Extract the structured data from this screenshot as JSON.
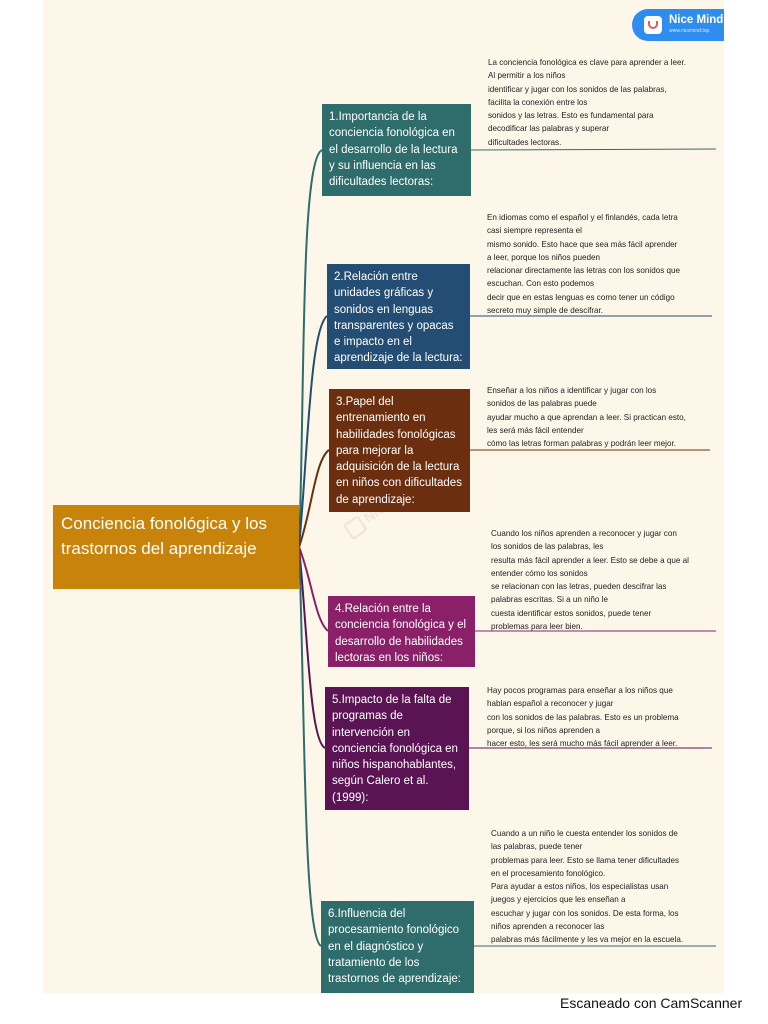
{
  "brand": {
    "name": "Nice Mind",
    "url": "www.nicemind.top"
  },
  "watermark": {
    "text": "Nice"
  },
  "root": {
    "title": "Conciencia fonológica y los trastornos del aprendizaje"
  },
  "colors": {
    "root": "#c8830a",
    "t1": "#2e6d6b",
    "t2": "#244d74",
    "t3": "#6b2f10",
    "t4": "#8a2168",
    "t5": "#5a1454",
    "t6": "#2e6d6b"
  },
  "topics": [
    {
      "title": "1.Importancia de la conciencia fonológica  en el desarrollo de la lectura y  su influencia en las dificultades lectoras:",
      "detail": [
        "La conciencia fonológica es clave para aprender a leer.",
        "Al permitir a los niños",
        "identificar y jugar con los sonidos de las palabras,",
        "facilita la conexión entre los",
        "sonidos y las letras. Esto es fundamental para",
        "decodificar las palabras y superar",
        "dificultades lectoras."
      ]
    },
    {
      "title": "2.Relación entre unidades gráficas y sonidos en lenguas transparentes y opacas e impacto en el aprendizaje de la lectura:",
      "detail": [
        "En idiomas como el español y el finlandés, cada letra",
        "casi siempre representa el",
        "mismo sonido. Esto hace que sea más fácil aprender",
        "a leer, porque los niños pueden",
        "relacionar directamente las letras con los sonidos que",
        "escuchan. Con esto podemos",
        "decir que en estas lenguas es como tener un código",
        "secreto muy simple de descifrar."
      ]
    },
    {
      "title": "3.Papel del entrenamiento en habilidades fonológicas para mejorar la adquisición de la lectura en niños con dificultades de aprendizaje:",
      "detail": [
        "Enseñar a los niños a identificar y jugar con los",
        "sonidos de las palabras puede",
        "ayudar mucho a que aprendan a leer. Si practican esto,",
        "les será más fácil entender",
        "cómo las letras forman palabras y podrán leer mejor."
      ]
    },
    {
      "title": "4.Relación entre la conciencia fonológica y el desarrollo de habilidades lectoras en los niños:",
      "detail": [
        "Cuando los niños aprenden a reconocer y jugar con",
        "los sonidos de las palabras, les",
        "resulta más fácil aprender a leer. Esto se debe a que al",
        "entender cómo los sonidos",
        "se relacionan con las letras, pueden descifrar las",
        "palabras escritas. Si a un niño le",
        "cuesta identificar estos sonidos, puede tener",
        "problemas para leer bien."
      ]
    },
    {
      "title": "5.Impacto de la falta de programas de intervención en conciencia fonológica en niños hispanohablantes, según Calero et al. (1999):",
      "detail": [
        "Hay pocos programas para enseñar a los niños que",
        "hablan español a reconocer y jugar",
        "con los sonidos de las palabras. Esto es un problema",
        "porque, si los niños aprenden a",
        "hacer esto, les será mucho más fácil aprender a leer."
      ]
    },
    {
      "title": "6.Influencia del procesamiento fonológico en el diagnóstico y tratamiento de los trastornos de aprendizaje:",
      "detail": [
        "Cuando a un niño le cuesta entender los sonidos de",
        "las palabras, puede tener",
        "problemas para leer. Esto se llama tener dificultades",
        "en el procesamiento fonológico.",
        "Para ayudar a estos niños, los especialistas usan",
        "juegos y ejercicios que les enseñan a",
        "escuchar y jugar con los sonidos. De esta forma, los",
        "niños aprenden a reconocer las",
        "palabras más fácilmente y les va mejor en la escuela."
      ]
    }
  ],
  "footer": {
    "text": "Escaneado con CamScanner"
  }
}
